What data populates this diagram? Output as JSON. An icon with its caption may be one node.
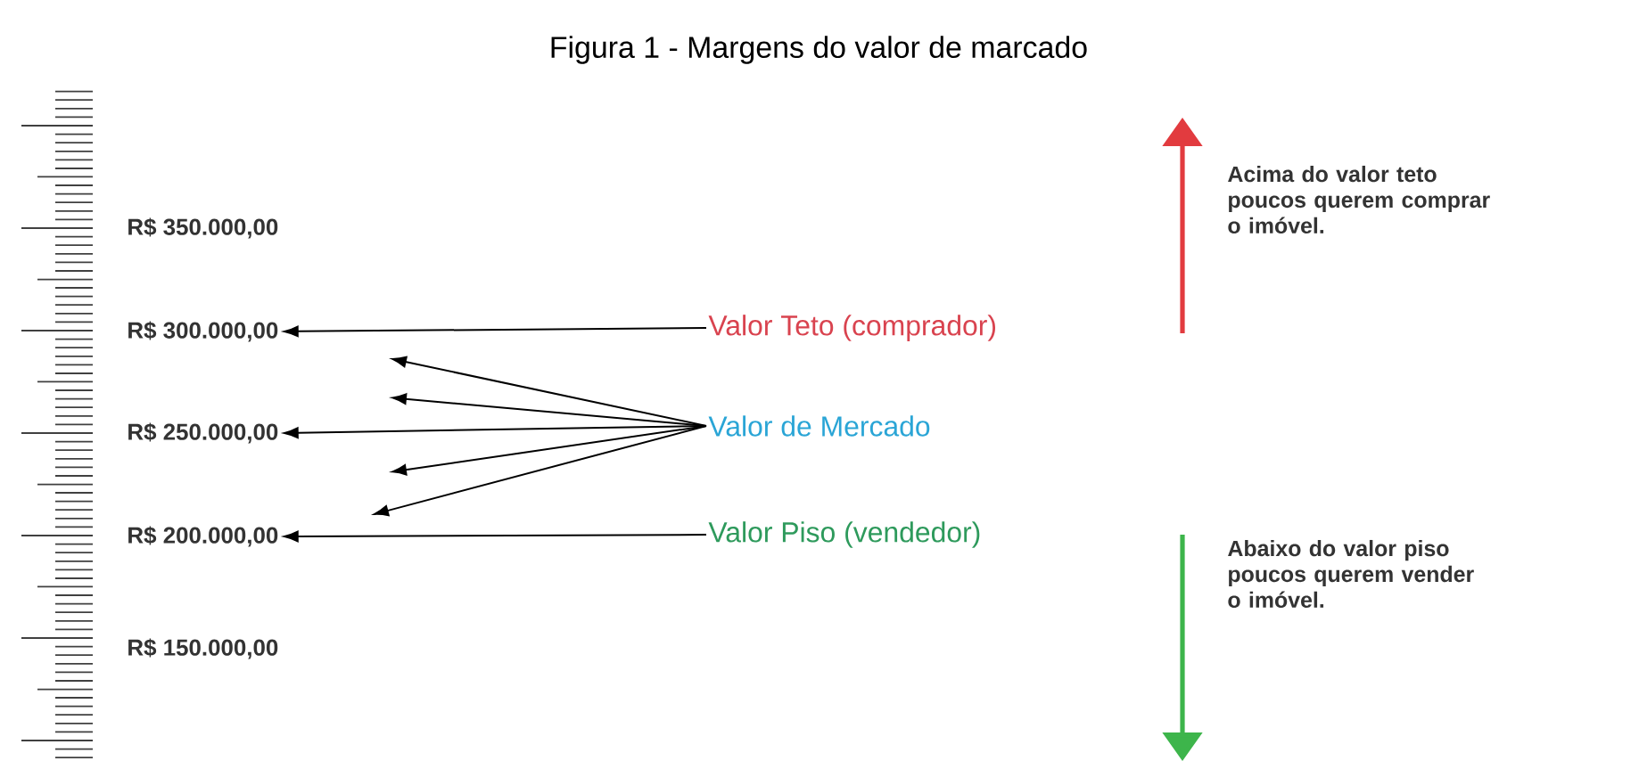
{
  "diagram": {
    "title": "Figura 1 - Margens do valor de marcado",
    "nodes": [
      {
        "text": [
          "R$ 300.000,00"
        ]
      },
      {
        "text": [
          "R$ 250.000,00"
        ]
      },
      {
        "text": [
          "R$ 200.000,00"
        ]
      },
      {
        "text": [
          "Valor Teto (comprador)"
        ]
      },
      {
        "text": [
          "Valor de Mercado"
        ]
      },
      {
        "text": [
          "Valor Piso (vendedor)"
        ]
      }
    ],
    "edges": [
      {
        "from": 3,
        "to": 0,
        "arrow": "to"
      },
      {
        "from": 4,
        "to": null,
        "arrow": "to"
      },
      {
        "from": 4,
        "to": null,
        "arrow": "to"
      },
      {
        "from": 4,
        "to": 1,
        "arrow": "to"
      },
      {
        "from": 4,
        "to": null,
        "arrow": "to"
      },
      {
        "from": 4,
        "to": null,
        "arrow": "to"
      },
      {
        "from": 5,
        "to": 2,
        "arrow": "to"
      }
    ],
    "labels": [
      "Acima do valor teto poucos querem comprar o imóvel.",
      "R$ 350.000,00",
      "Abaixo do valor piso poucos querem vender o imóvel.",
      "R$ 150.000,00"
    ]
  }
}
